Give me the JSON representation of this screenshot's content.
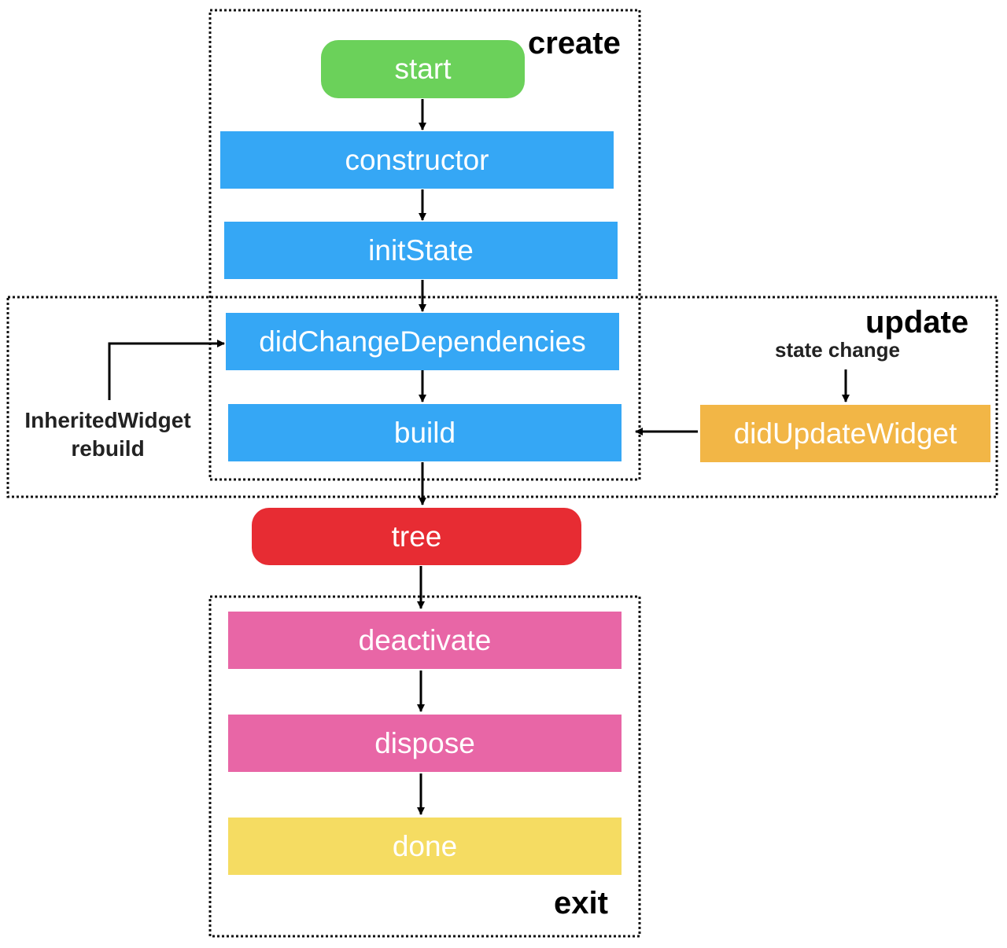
{
  "groups": {
    "create": "create",
    "update": "update",
    "exit": "exit"
  },
  "nodes": {
    "start": "start",
    "constructor": "constructor",
    "init_state": "initState",
    "did_change_dependencies": "didChangeDependencies",
    "build": "build",
    "tree": "tree",
    "deactivate": "deactivate",
    "dispose": "dispose",
    "done": "done",
    "did_update_widget": "didUpdateWidget"
  },
  "annotations": {
    "state_change": "state change",
    "inherited_widget_line1": "InheritedWidget",
    "inherited_widget_line2": "rebuild"
  },
  "colors": {
    "start": "#6bd15a",
    "lifecycle_blue": "#35a7f5",
    "tree": "#e72c33",
    "exit_pink": "#e866a6",
    "done": "#f5dc62",
    "did_update_widget": "#f2b646"
  }
}
